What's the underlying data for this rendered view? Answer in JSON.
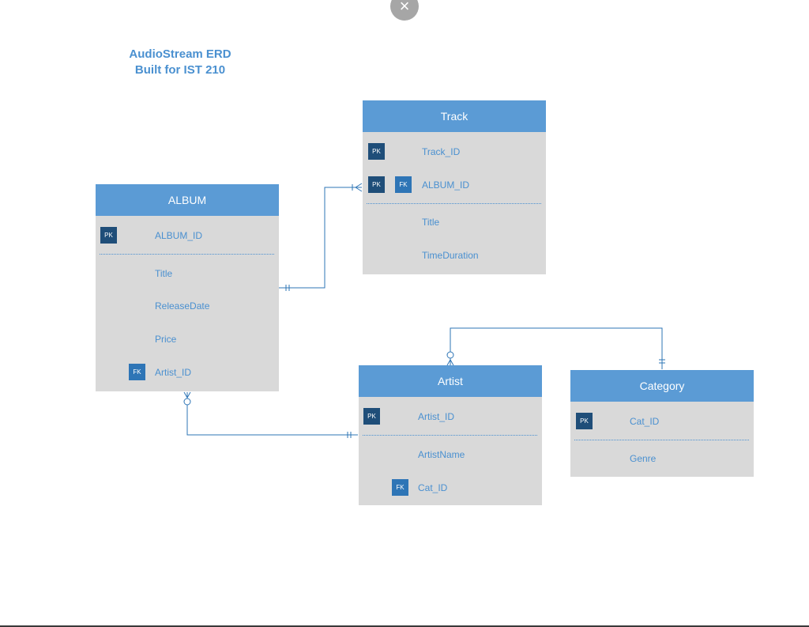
{
  "window": {
    "close_icon": "×"
  },
  "diagram": {
    "title_line1": "AudioStream ERD",
    "title_line2": "Built for IST 210"
  },
  "entities": {
    "album": {
      "name": "ALBUM",
      "pk_badge": "PK",
      "pk_field": "ALBUM_ID",
      "attr1": "Title",
      "attr2": "ReleaseDate",
      "attr3": "Price",
      "fk_badge": "FK",
      "fk_field": "Artist_ID"
    },
    "track": {
      "name": "Track",
      "pk_badge": "PK",
      "pk_field": "Track_ID",
      "pk2_badge": "PK",
      "fk_badge": "FK",
      "pkfk_field": "ALBUM_ID",
      "attr1": "Title",
      "attr2": "TimeDuration"
    },
    "artist": {
      "name": "Artist",
      "pk_badge": "PK",
      "pk_field": "Artist_ID",
      "attr1": "ArtistName",
      "fk_badge": "FK",
      "fk_field": "Cat_ID"
    },
    "category": {
      "name": "Category",
      "pk_badge": "PK",
      "pk_field": "Cat_ID",
      "attr1": "Genre"
    }
  },
  "colors": {
    "header": "#5b9bd5",
    "body": "#d9d9d9",
    "pk_badge": "#1f4e79",
    "fk_badge": "#2e75b6",
    "text": "#4a90d0",
    "connector": "#2e75b6"
  }
}
